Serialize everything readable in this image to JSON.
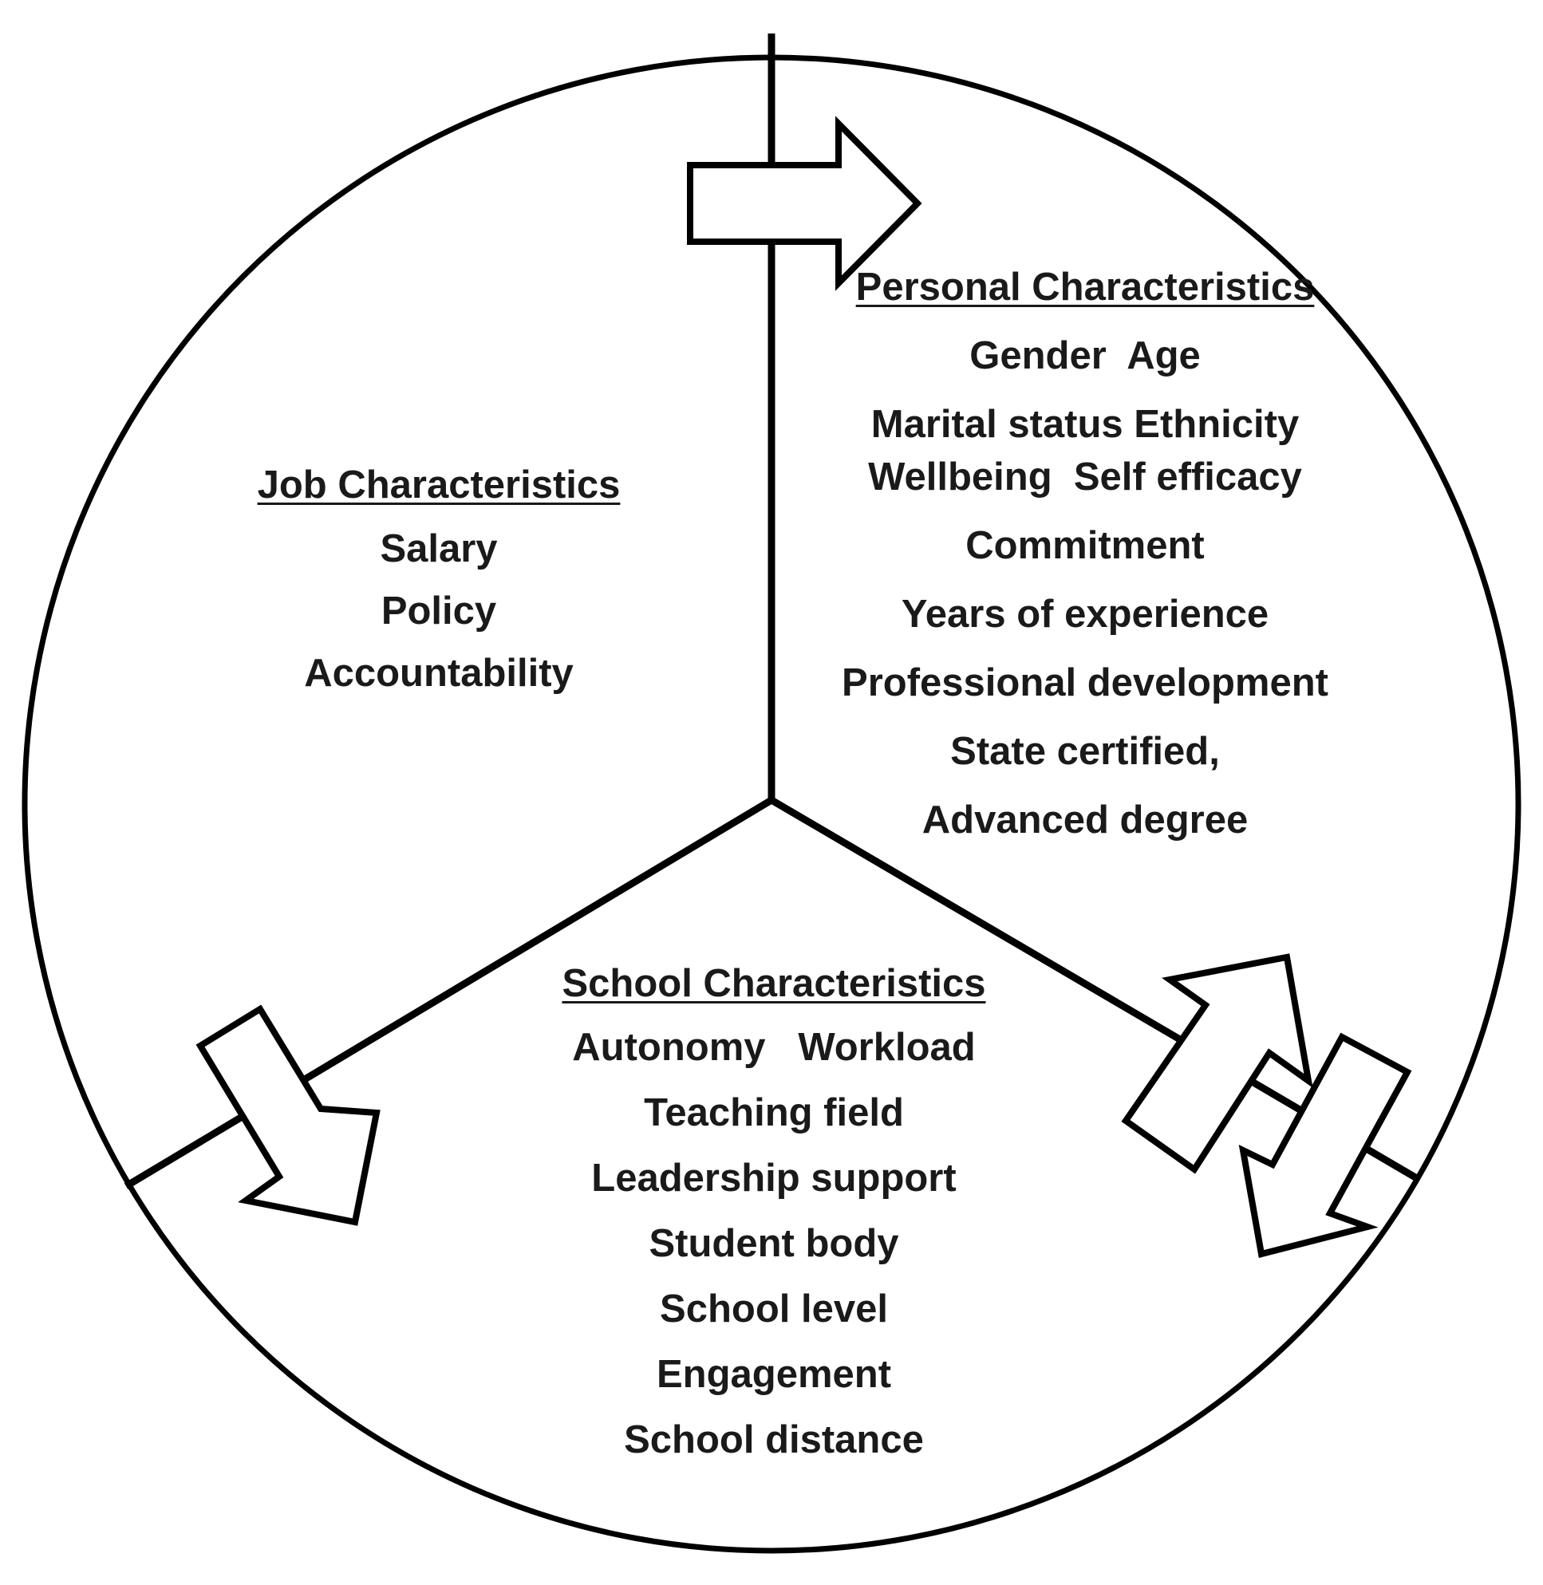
{
  "job": {
    "heading": "Job Characteristics",
    "items": [
      "Salary",
      "Policy",
      "Accountability"
    ]
  },
  "personal": {
    "heading": "Personal Characteristics",
    "items": [
      "Gender  Age",
      "Marital status Ethnicity",
      "Wellbeing  Self efficacy",
      "Commitment",
      "Years of experience",
      "Professional development",
      "State certified,",
      "Advanced degree"
    ]
  },
  "school": {
    "heading": "School Characteristics",
    "items": [
      "Autonomy   Workload",
      "Teaching field",
      "Leadership support",
      "Student body",
      "School level",
      "Engagement",
      "School distance"
    ]
  },
  "colors": {
    "stroke": "#000000",
    "text": "#1a1a1a",
    "background": "#ffffff"
  }
}
